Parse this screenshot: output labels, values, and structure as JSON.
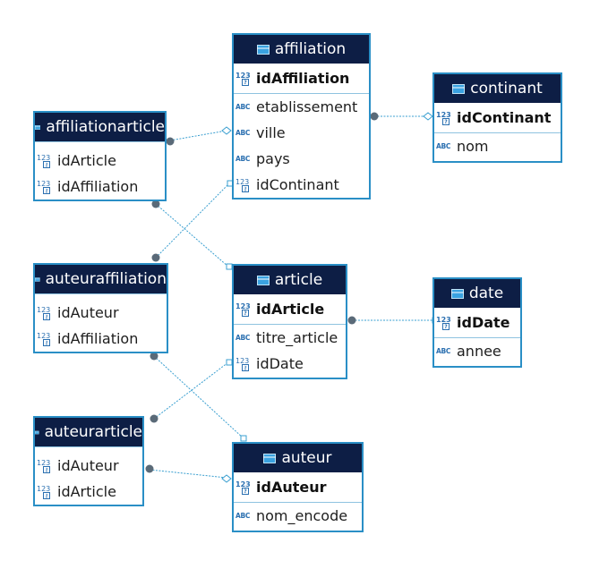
{
  "entities": {
    "affiliation": {
      "name": "affiliation",
      "pk": "idAffiliation",
      "columns": [
        "etablissement",
        "ville",
        "pays",
        "idContinant"
      ]
    },
    "continant": {
      "name": "continant",
      "pk": "idContinant",
      "columns": [
        "nom"
      ]
    },
    "affiliationarticle": {
      "name": "affiliationarticle",
      "columns": [
        "idArticle",
        "idAffiliation"
      ]
    },
    "auteuraffiliation": {
      "name": "auteuraffiliation",
      "columns": [
        "idAuteur",
        "idAffiliation"
      ]
    },
    "article": {
      "name": "article",
      "pk": "idArticle",
      "columns": [
        "titre_article",
        "idDate"
      ]
    },
    "date": {
      "name": "date",
      "pk": "idDate",
      "columns": [
        "annee"
      ]
    },
    "auteurarticle": {
      "name": "auteurarticle",
      "columns": [
        "idAuteur",
        "idArticle"
      ]
    },
    "auteur": {
      "name": "auteur",
      "pk": "idAuteur",
      "columns": [
        "nom_encode"
      ]
    }
  },
  "icons": {
    "table": "table-icon",
    "numeric": "numeric-column-icon",
    "text": "text-column-icon",
    "key": "key-icon"
  },
  "colors": {
    "header": "#0d1e45",
    "border": "#2a8fc6",
    "connector": "#3a9fd0",
    "endpoint": "#5a6a78"
  }
}
